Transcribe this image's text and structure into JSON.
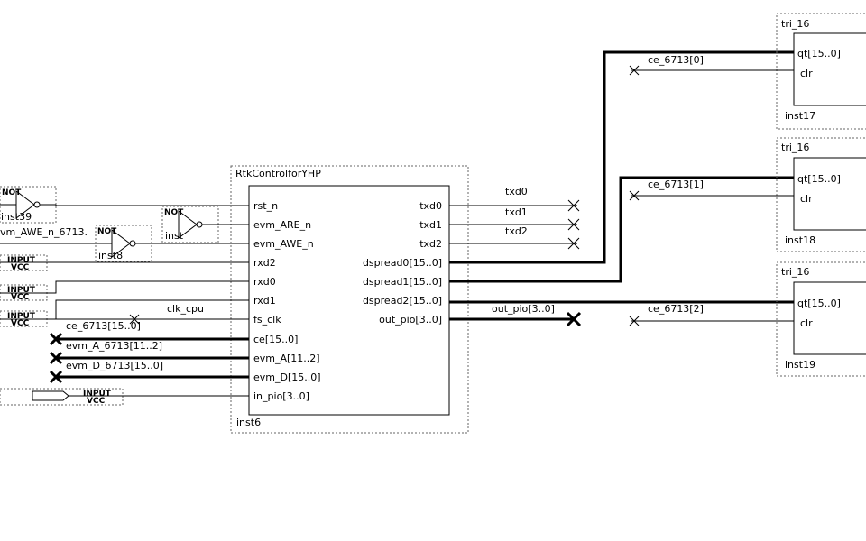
{
  "main": {
    "title": "RtkControlforYHP",
    "instance": "inst6",
    "left_ports": [
      "rst_n",
      "evm_ARE_n",
      "evm_AWE_n",
      "rxd2",
      "rxd0",
      "rxd1",
      "fs_clk",
      "ce[15..0]",
      "evm_A[11..2]",
      "evm_D[15..0]",
      "in_pio[3..0]"
    ],
    "right_ports": [
      "txd0",
      "txd1",
      "txd2",
      "dspread0[15..0]",
      "dspread1[15..0]",
      "dspread2[15..0]",
      "out_pio[3..0]"
    ]
  },
  "right_nets": [
    "txd0",
    "txd1",
    "txd2",
    "out_pio[3..0]"
  ],
  "left_nets": {
    "awe": "vm_AWE_n_6713.",
    "clk": "clk_cpu",
    "ce": "ce_6713[15..0]",
    "evm_a": "evm_A_6713[11..2]",
    "evm_d": "evm_D_6713[15..0]"
  },
  "gates": [
    {
      "label": "NOT",
      "instance": "inst39"
    },
    {
      "label": "NOT",
      "instance": "inst8"
    },
    {
      "label": "NOT",
      "instance": "inst"
    }
  ],
  "inputs": [
    {
      "label": "INPUT",
      "value": "VCC"
    },
    {
      "label": "INPUT",
      "value": "VCC"
    },
    {
      "label": "INPUT",
      "value": "VCC"
    },
    {
      "label": "INPUT",
      "value": "VCC"
    }
  ],
  "tri_blocks": [
    {
      "title": "tri_16",
      "port1": "qt[15..0]",
      "port2": "clr",
      "instance": "inst17",
      "net": "ce_6713[0]"
    },
    {
      "title": "tri_16",
      "port1": "qt[15..0]",
      "port2": "clr",
      "instance": "inst18",
      "net": "ce_6713[1]"
    },
    {
      "title": "tri_16",
      "port1": "qt[15..0]",
      "port2": "clr",
      "instance": "inst19",
      "net": "ce_6713[2]"
    }
  ]
}
